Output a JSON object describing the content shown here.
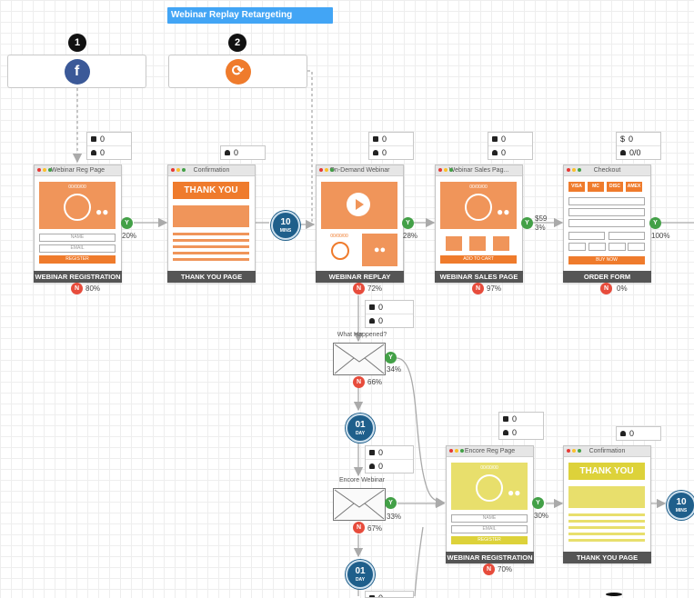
{
  "title": "Webinar Replay Retargeting",
  "sources": [
    {
      "number": "1",
      "icon": "facebook-icon",
      "glyph": "f"
    },
    {
      "number": "2",
      "icon": "retarget-icon",
      "glyph": "⟳"
    }
  ],
  "stats": {
    "reg": {
      "a": "0",
      "b": "0"
    },
    "confirm": {
      "b": "0"
    },
    "replay": {
      "a": "0",
      "b": "0"
    },
    "sales": {
      "a": "0",
      "b": "0"
    },
    "checkout": {
      "a": "0",
      "b": "0/0",
      "a_prefix": "$"
    },
    "what": {
      "a": "0",
      "b": "0"
    },
    "encore": {
      "a": "0",
      "b": "0"
    },
    "encore_reg": {
      "a": "0",
      "b": "0"
    },
    "confirm2": {
      "b": "0"
    },
    "bottom": {
      "a": "0"
    }
  },
  "pages": {
    "reg": {
      "header": "Webinar Reg Page",
      "footer": "WEBINAR REGISTRATION",
      "date": "00/00/00",
      "name": "NAME",
      "email": "EMAIL",
      "button": "REGISTER"
    },
    "confirm": {
      "header": "Confirmation",
      "footer": "THANK YOU PAGE",
      "banner": "THANK YOU"
    },
    "replay": {
      "header": "On-Demand Webinar",
      "footer": "WEBINAR REPLAY",
      "date": "00/00/00"
    },
    "sales": {
      "header": "Webinar Sales Pag...",
      "footer": "WEBINAR SALES PAGE",
      "date": "00/00/00",
      "button": "ADD TO CART"
    },
    "checkout": {
      "header": "Checkout",
      "footer": "ORDER FORM",
      "button": "BUY NOW",
      "cards": [
        "VISA",
        "MC",
        "DISC",
        "AMEX"
      ]
    },
    "encore_reg": {
      "header": "Encore Reg Page",
      "footer": "WEBINAR REGISTRATION",
      "date": "00/00/00",
      "name": "NAME",
      "email": "EMAIL",
      "button": "REGISTER"
    },
    "confirm2": {
      "header": "Confirmation",
      "footer": "THANK YOU PAGE",
      "banner": "THANK YOU"
    }
  },
  "timers": {
    "t1": {
      "n": "10",
      "u": "MINS"
    },
    "t2": {
      "n": "01",
      "u": "DAY"
    },
    "t3": {
      "n": "10",
      "u": "MINS"
    },
    "t4": {
      "n": "01",
      "u": "DAY"
    }
  },
  "emails": {
    "what": "What Happened?",
    "encore": "Encore Webinar"
  },
  "yes_label": "Y",
  "no_label": "N",
  "conversions": {
    "reg_yes": "20%",
    "reg_no": "80%",
    "replay_yes": "28%",
    "replay_no": "72%",
    "sales_price": "$59",
    "sales_yes": "3%",
    "sales_no": "97%",
    "checkout_yes": "100%",
    "checkout_no": "0%",
    "what_yes": "34%",
    "what_no": "66%",
    "encore_yes": "33%",
    "encore_no": "67%",
    "encore_reg_yes": "30%",
    "encore_reg_no": "70%"
  },
  "colors": {
    "orange": "#f0955a",
    "orange_dark": "#ef7b2c",
    "yellow": "#e8df6c",
    "yellow_dark": "#ddd23a",
    "blue": "#1f5f8b",
    "title": "#42a5f5"
  }
}
